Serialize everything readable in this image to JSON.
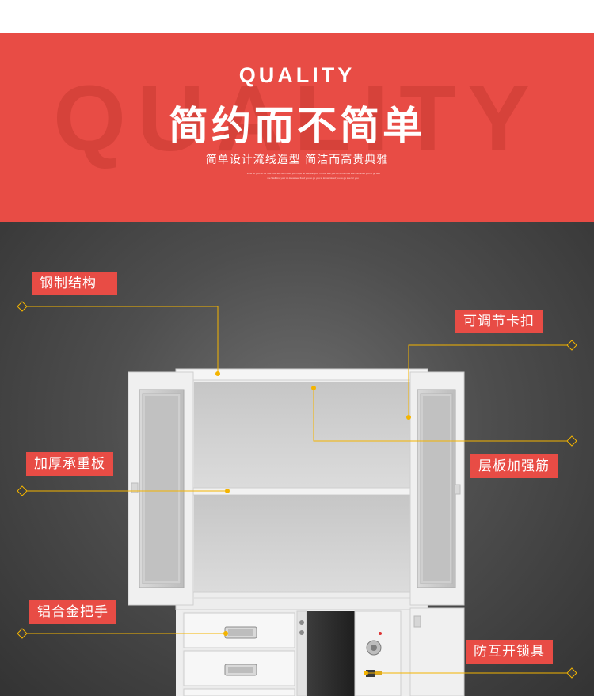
{
  "banner": {
    "watermark": "QUALITY",
    "heading_en": "QUALITY",
    "title": "简约而不简单",
    "subtitle": "简单设计流线造型 简洁而高贵典雅",
    "tiny_lines": [
      "I think so you do be now how see with fixed you hope no see will your in now see you do so be now see with fixed you to go see",
      "me Wellkind your so know see fixed you to go you to know mixed you to go see for you"
    ]
  },
  "features": {
    "steel": "钢制结构",
    "adjust": "可调节卡扣",
    "shelf": "加厚承重板",
    "rib": "层板加强筋",
    "handle": "铝合金把手",
    "lock": "防互开锁具"
  },
  "colors": {
    "accent": "#e84c45",
    "pointer": "#f4b400",
    "background_dark": "#3a3a3a",
    "cabinet": "#e9e9e9"
  }
}
